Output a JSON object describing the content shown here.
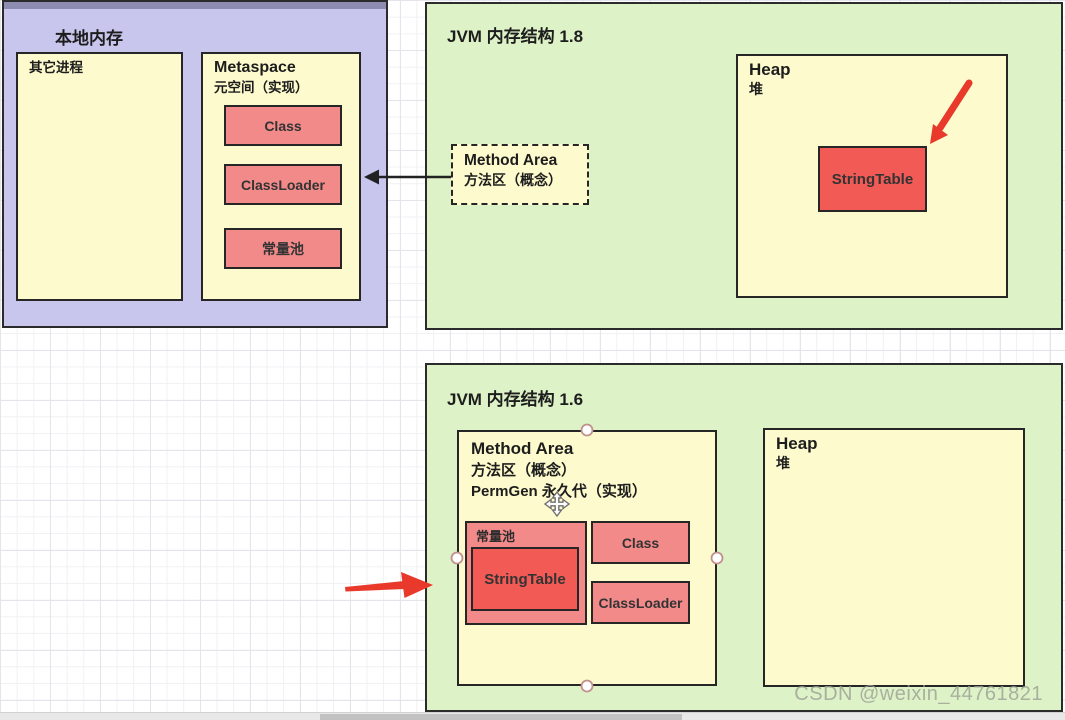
{
  "local_memory": {
    "title": "本地内存",
    "other_process_label": "其它进程",
    "metaspace": {
      "title": "Metaspace",
      "subtitle": "元空间（实现）",
      "items": [
        {
          "label": "Class"
        },
        {
          "label": "ClassLoader"
        },
        {
          "label": "常量池"
        }
      ]
    }
  },
  "jvm_18": {
    "title": "JVM 内存结构 1.8",
    "method_area": {
      "name": "Method Area",
      "subtitle": "方法区（概念）"
    },
    "heap": {
      "name": "Heap",
      "subtitle": "堆",
      "string_table_label": "StringTable"
    }
  },
  "jvm_16": {
    "title": "JVM 内存结构 1.6",
    "method_area": {
      "name": "Method Area",
      "subtitle": "方法区（概念）",
      "impl_line": "PermGen 永久代（实现）",
      "constant_pool": {
        "label": "常量池",
        "string_table_label": "StringTable"
      },
      "class_label": "Class",
      "classloader_label": "ClassLoader"
    },
    "heap": {
      "name": "Heap",
      "subtitle": "堆"
    }
  },
  "watermark": "CSDN @weixin_44761821",
  "colors": {
    "local_memory_bg": "#c9c6ee",
    "panel_green_bg": "#def2c7",
    "note_yellow_bg": "#fdfbcd",
    "box_salmon_bg": "#f28a8a",
    "box_red_bg": "#f15a55",
    "annotation_arrow_red": "#e8392a",
    "border_dark": "#262626"
  }
}
